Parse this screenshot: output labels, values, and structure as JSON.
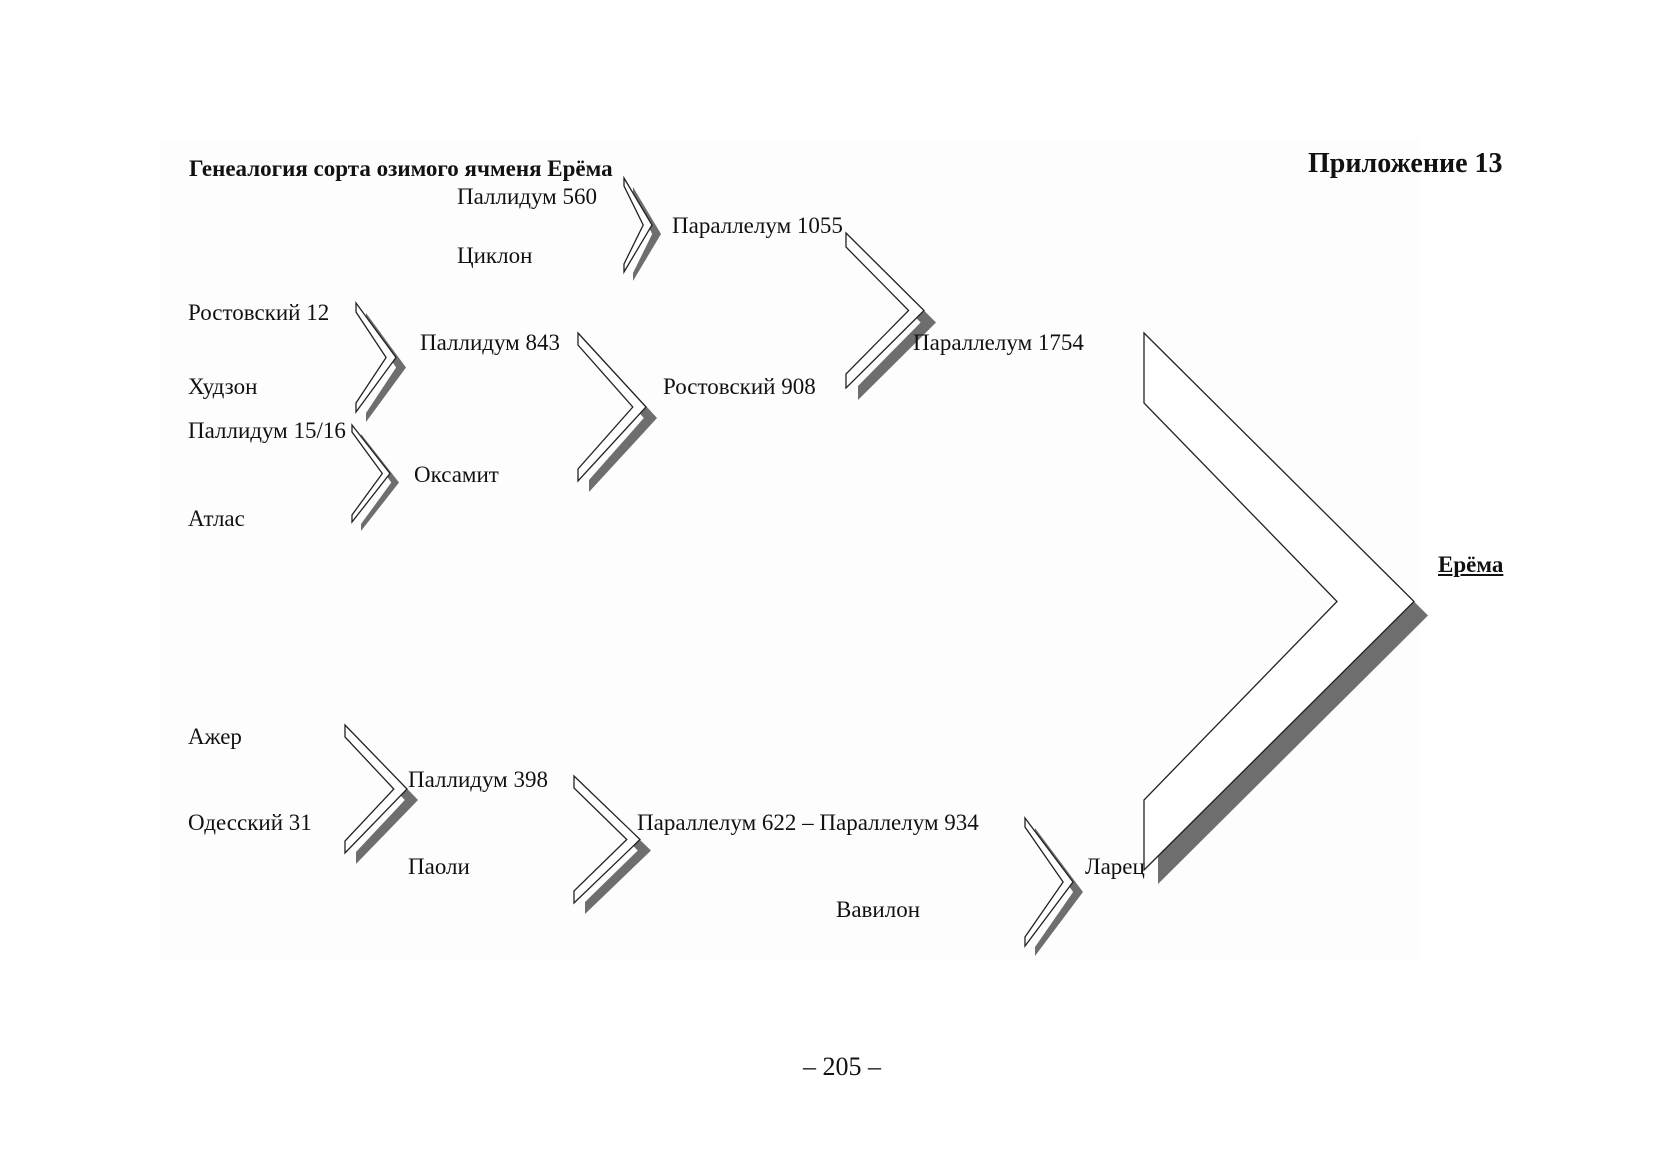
{
  "header": {
    "title": "Генеалогия сорта озимого ячменя Ерёма",
    "appendix": "Приложение 13"
  },
  "nodes": {
    "pallidum_560": "Паллидум 560",
    "tsiklon": "Циклон",
    "parallelum_1055": "Параллелум 1055",
    "rostovsky_12": "Ростовский 12",
    "pallidum_843": "Паллидум 843",
    "khudzon": "Худзон",
    "rostovsky_908": "Ростовский 908",
    "parallelum_1754": "Параллелум 1754",
    "pallidum_15_16": "Паллидум 15/16",
    "oksamit": "Оксамит",
    "atlas": "Атлас",
    "azher": "Ажер",
    "pallidum_398": "Паллидум 398",
    "odessky_31": "Одесский 31",
    "parallelum_622_934": "Параллелум 622 – Параллелум 934",
    "paoli": "Паоли",
    "larets": "Ларец",
    "vavilon": "Вавилон",
    "erema": "Ерёма"
  },
  "crosses": [
    {
      "parents": [
        "Паллидум 560",
        "Циклон"
      ],
      "offspring": "Параллелум 1055"
    },
    {
      "parents": [
        "Ростовский 12",
        "Худзон"
      ],
      "offspring": "Паллидум 843"
    },
    {
      "parents": [
        "Паллидум 15/16",
        "Атлас"
      ],
      "offspring": "Оксамит"
    },
    {
      "parents": [
        "Паллидум 843",
        "Оксамит"
      ],
      "offspring": "Ростовский 908"
    },
    {
      "parents": [
        "Параллелум 1055",
        "Ростовский 908"
      ],
      "offspring": "Параллелум 1754"
    },
    {
      "parents": [
        "Ажер",
        "Одесский 31"
      ],
      "offspring": "Паллидум 398"
    },
    {
      "parents": [
        "Паллидум 398",
        "Паоли"
      ],
      "offspring": "Параллелум 622 – Параллелум 934"
    },
    {
      "parents": [
        "Параллелум 622 – Параллелум 934",
        "Вавилон"
      ],
      "offspring": "Ларец"
    },
    {
      "parents": [
        "Параллелум 1754",
        "Ларец"
      ],
      "offspring": "Ерёма"
    }
  ],
  "footer": {
    "page_number": "– 205 –"
  },
  "colors": {
    "chevron_fill": "#ffffff",
    "chevron_stroke": "#222222",
    "chevron_shadow": "#6e6e6e"
  }
}
